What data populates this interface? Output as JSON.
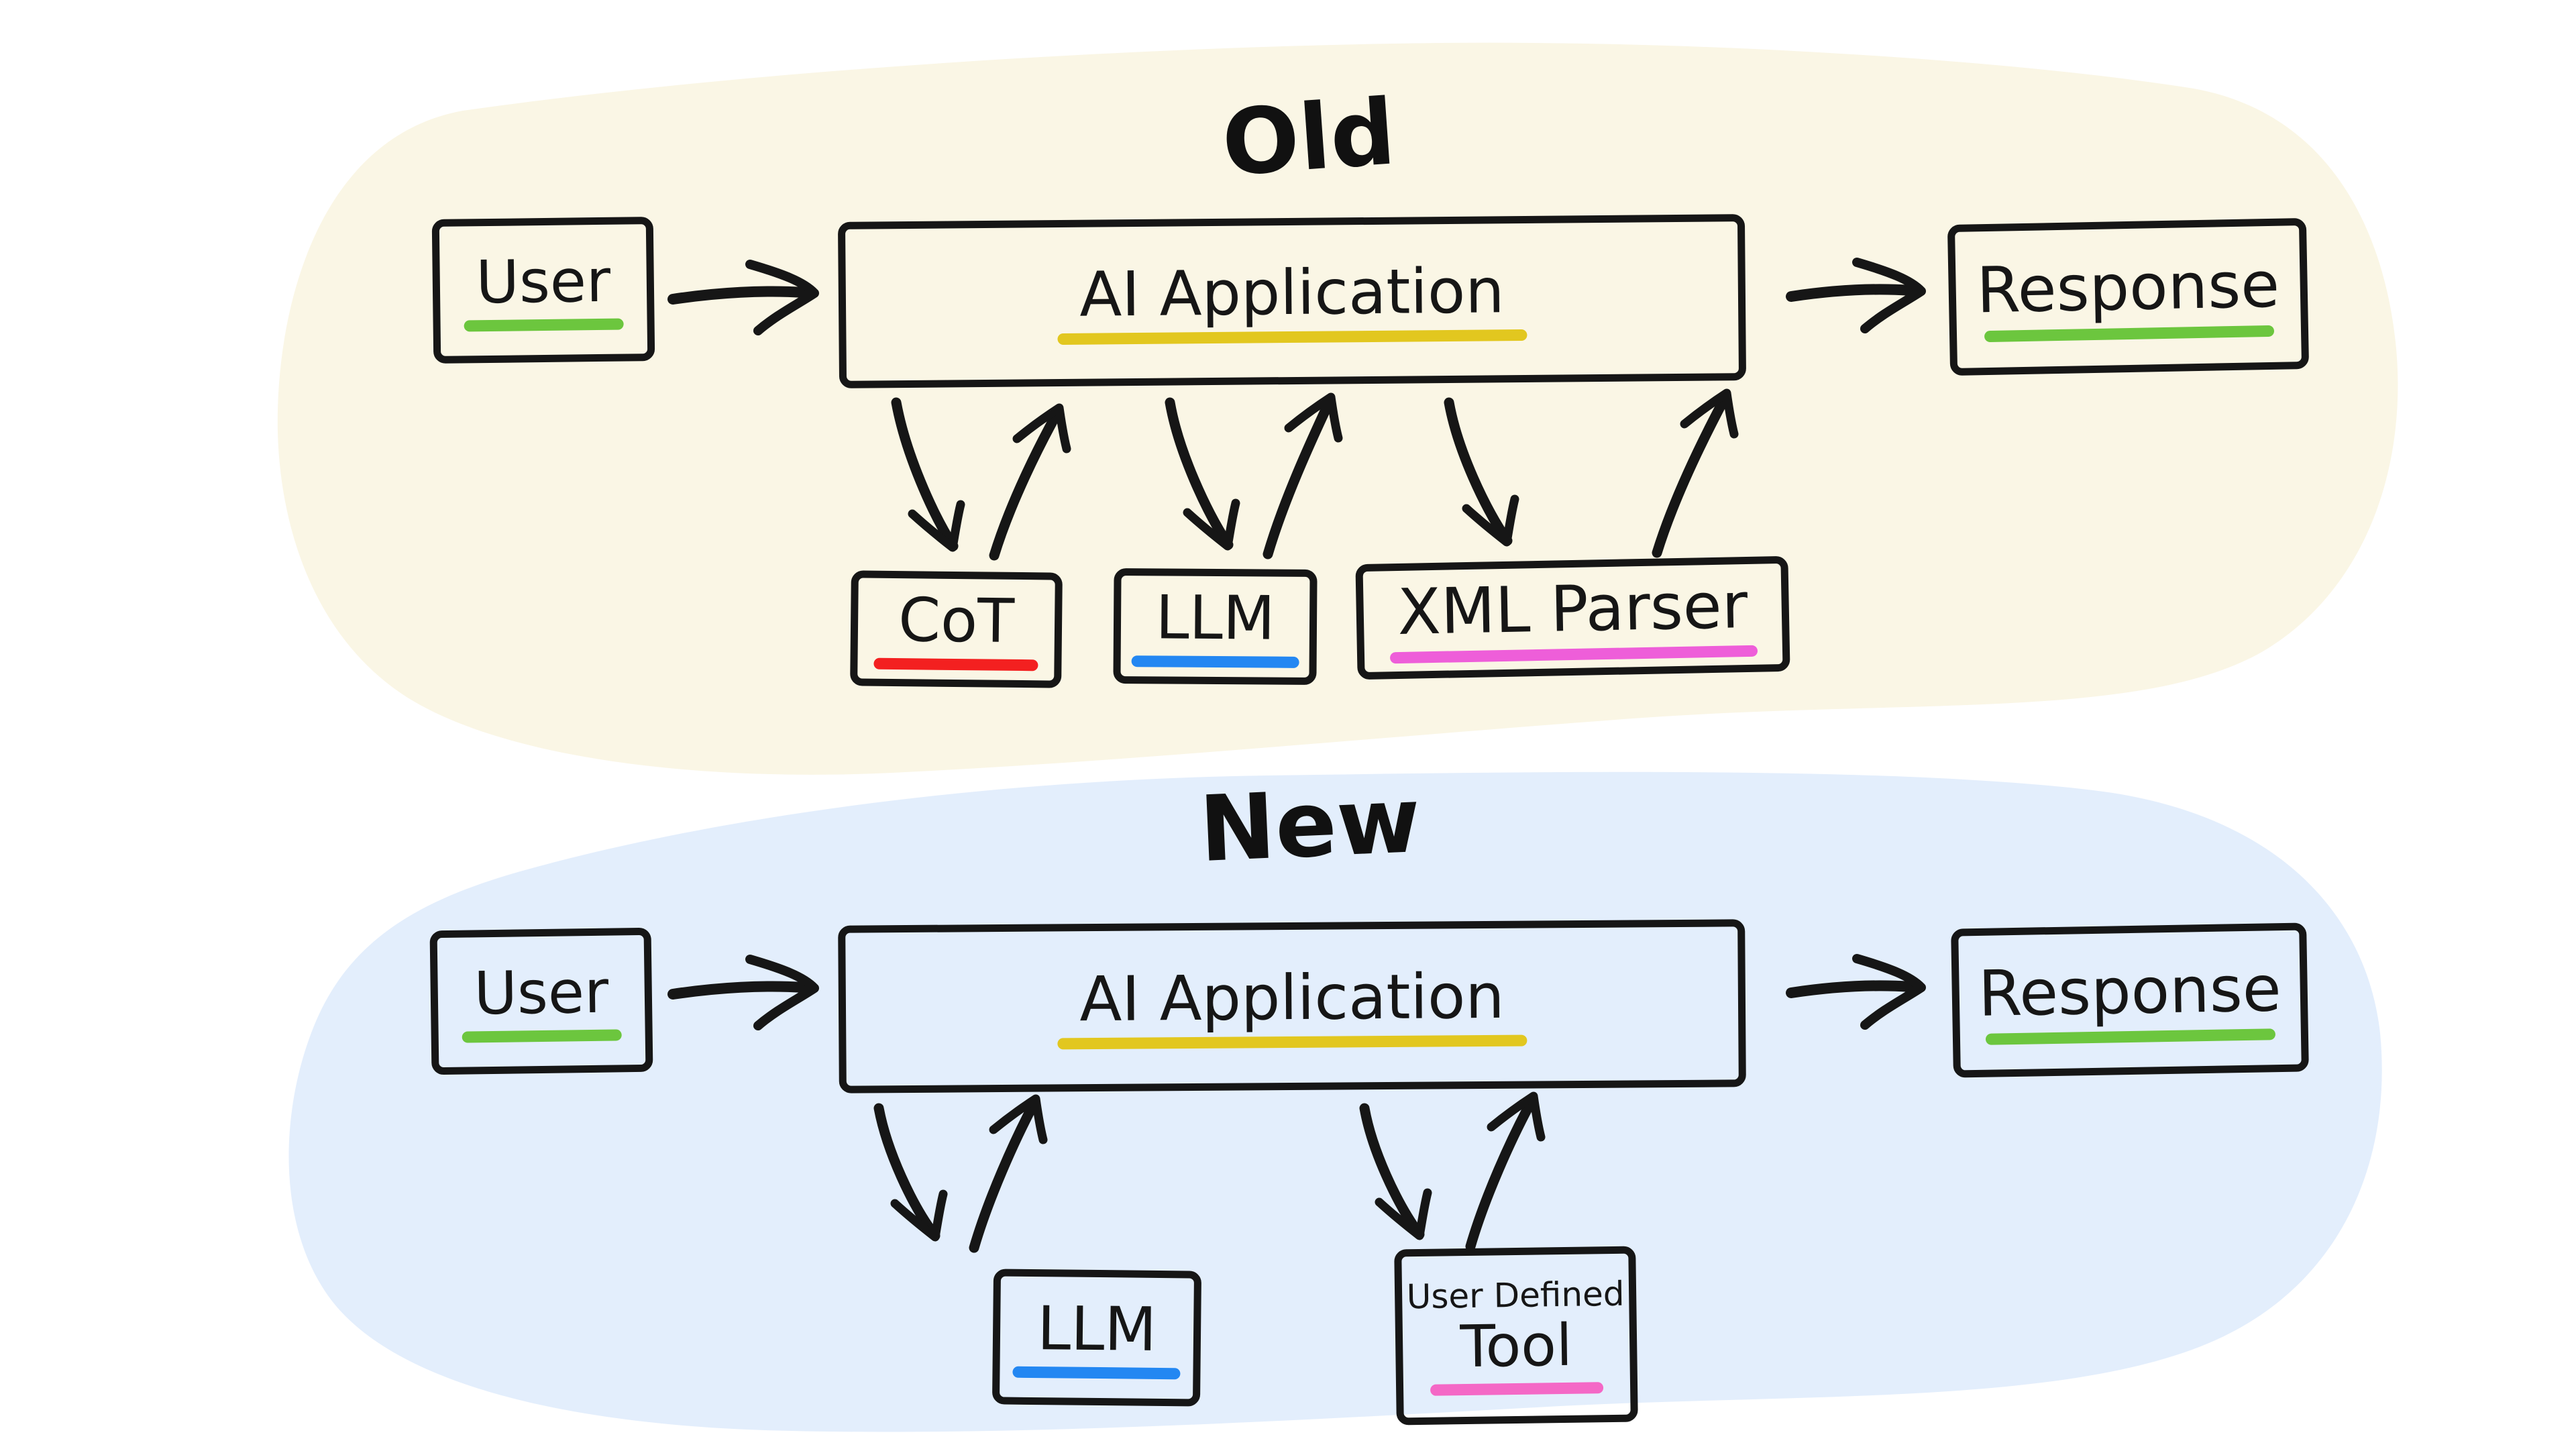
{
  "sections": {
    "old": {
      "title": "Old",
      "bg_color": "#FAF6E5",
      "nodes": {
        "user": {
          "label": "User"
        },
        "ai_application": {
          "label": "AI Application"
        },
        "response": {
          "label": "Response"
        },
        "cot": {
          "label": "CoT"
        },
        "llm": {
          "label": "LLM"
        },
        "xml_parser": {
          "label": "XML Parser"
        }
      }
    },
    "new": {
      "title": "New",
      "bg_color": "#E3EEFC",
      "nodes": {
        "user": {
          "label": "User"
        },
        "ai_application": {
          "label": "AI Application"
        },
        "response": {
          "label": "Response"
        },
        "llm": {
          "label": "LLM"
        },
        "user_defined_tool": {
          "line1": "User Defined",
          "line2": "Tool"
        }
      }
    }
  },
  "colors": {
    "ink": "#161616",
    "underline_green": "#6CC63E",
    "underline_yellow": "#E2C71F",
    "underline_red": "#F32020",
    "underline_blue": "#2387F2",
    "underline_magenta": "#EE5ED9",
    "underline_pink": "#F468C6"
  }
}
